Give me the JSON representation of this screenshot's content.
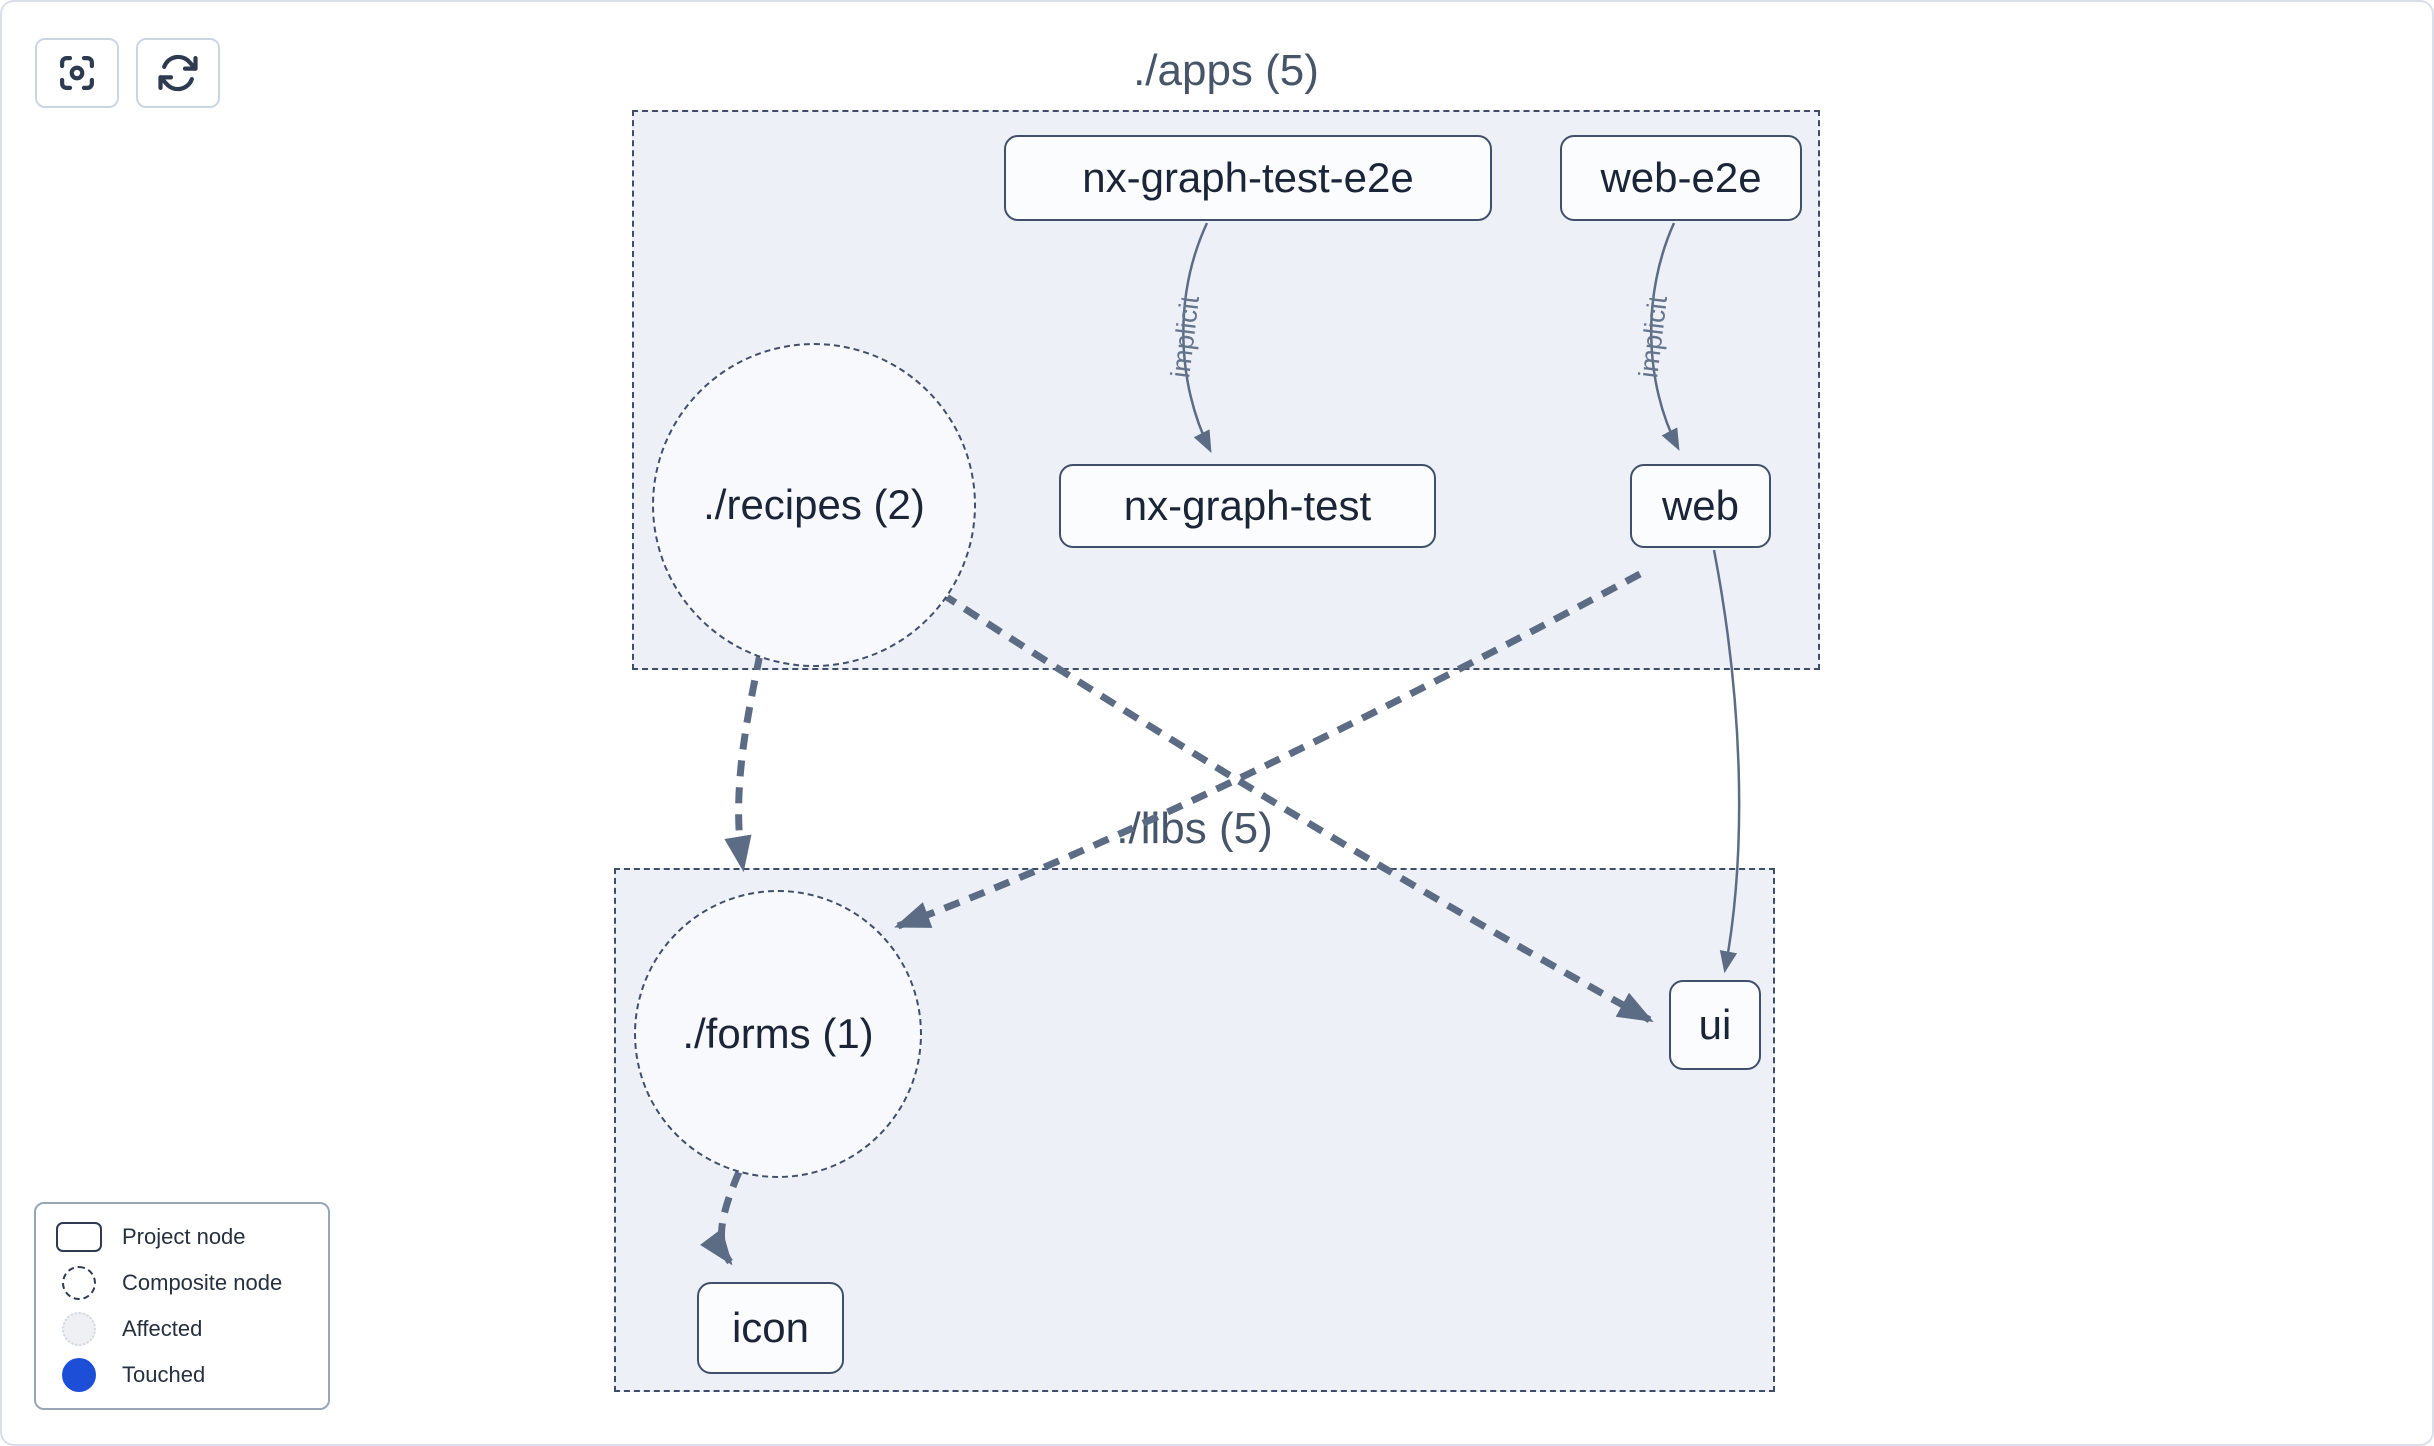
{
  "toolbar": {
    "focus_button": {
      "icon": "focus-target-icon"
    },
    "refresh_button": {
      "icon": "refresh-icon"
    }
  },
  "graph": {
    "clusters": [
      {
        "id": "apps",
        "title": "./apps (5)"
      },
      {
        "id": "libs",
        "title": "./libs (5)"
      }
    ],
    "nodes": [
      {
        "id": "nx-graph-test-e2e",
        "label": "nx-graph-test-e2e",
        "type": "project",
        "cluster": "apps"
      },
      {
        "id": "web-e2e",
        "label": "web-e2e",
        "type": "project",
        "cluster": "apps"
      },
      {
        "id": "recipes",
        "label": "./recipes (2)",
        "type": "composite",
        "cluster": "apps"
      },
      {
        "id": "nx-graph-test",
        "label": "nx-graph-test",
        "type": "project",
        "cluster": "apps"
      },
      {
        "id": "web",
        "label": "web",
        "type": "project",
        "cluster": "apps"
      },
      {
        "id": "forms",
        "label": "./forms (1)",
        "type": "composite",
        "cluster": "libs"
      },
      {
        "id": "ui",
        "label": "ui",
        "type": "project",
        "cluster": "libs"
      },
      {
        "id": "icon",
        "label": "icon",
        "type": "project",
        "cluster": "libs"
      }
    ],
    "edges": [
      {
        "from": "nx-graph-test-e2e",
        "to": "nx-graph-test",
        "label": "implicit",
        "style": "implicit-thin"
      },
      {
        "from": "web-e2e",
        "to": "web",
        "label": "implicit",
        "style": "implicit-thin"
      },
      {
        "from": "./recipes (2)",
        "to": "./forms (1)",
        "label": "",
        "style": "dashed-thick"
      },
      {
        "from": "./recipes (2)",
        "to": "ui",
        "label": "",
        "style": "dashed-thick"
      },
      {
        "from": "web",
        "to": "./forms (1)",
        "label": "",
        "style": "dashed-thick"
      },
      {
        "from": "web",
        "to": "ui",
        "label": "",
        "style": "solid-thin"
      },
      {
        "from": "./forms (1)",
        "to": "icon",
        "label": "",
        "style": "dashed-thick"
      }
    ]
  },
  "legend": {
    "items": [
      {
        "symbol": "project-node-symbol",
        "label": "Project node"
      },
      {
        "symbol": "composite-node-symbol",
        "label": "Composite node"
      },
      {
        "symbol": "affected-symbol",
        "label": "Affected"
      },
      {
        "symbol": "touched-symbol",
        "label": "Touched"
      }
    ]
  },
  "colors": {
    "canvas_bg": "#ffffff",
    "canvas_border": "#dadeeb",
    "cluster_fill": "#edf1f7",
    "cluster_border": "#3f4d68",
    "node_fill": "#fbfcfe",
    "node_border": "#424f6a",
    "node_text": "#1b2537",
    "cluster_title": "#475569",
    "edge": "#5c6c85",
    "edge_label": "#64748b",
    "touched": "#1d4ed8",
    "affected_fill": "#eef0f4",
    "affected_border": "#d2d8e1",
    "legend_border": "#98a6b8",
    "button_border": "#ccd6e2",
    "icon": "#2e3a50"
  }
}
